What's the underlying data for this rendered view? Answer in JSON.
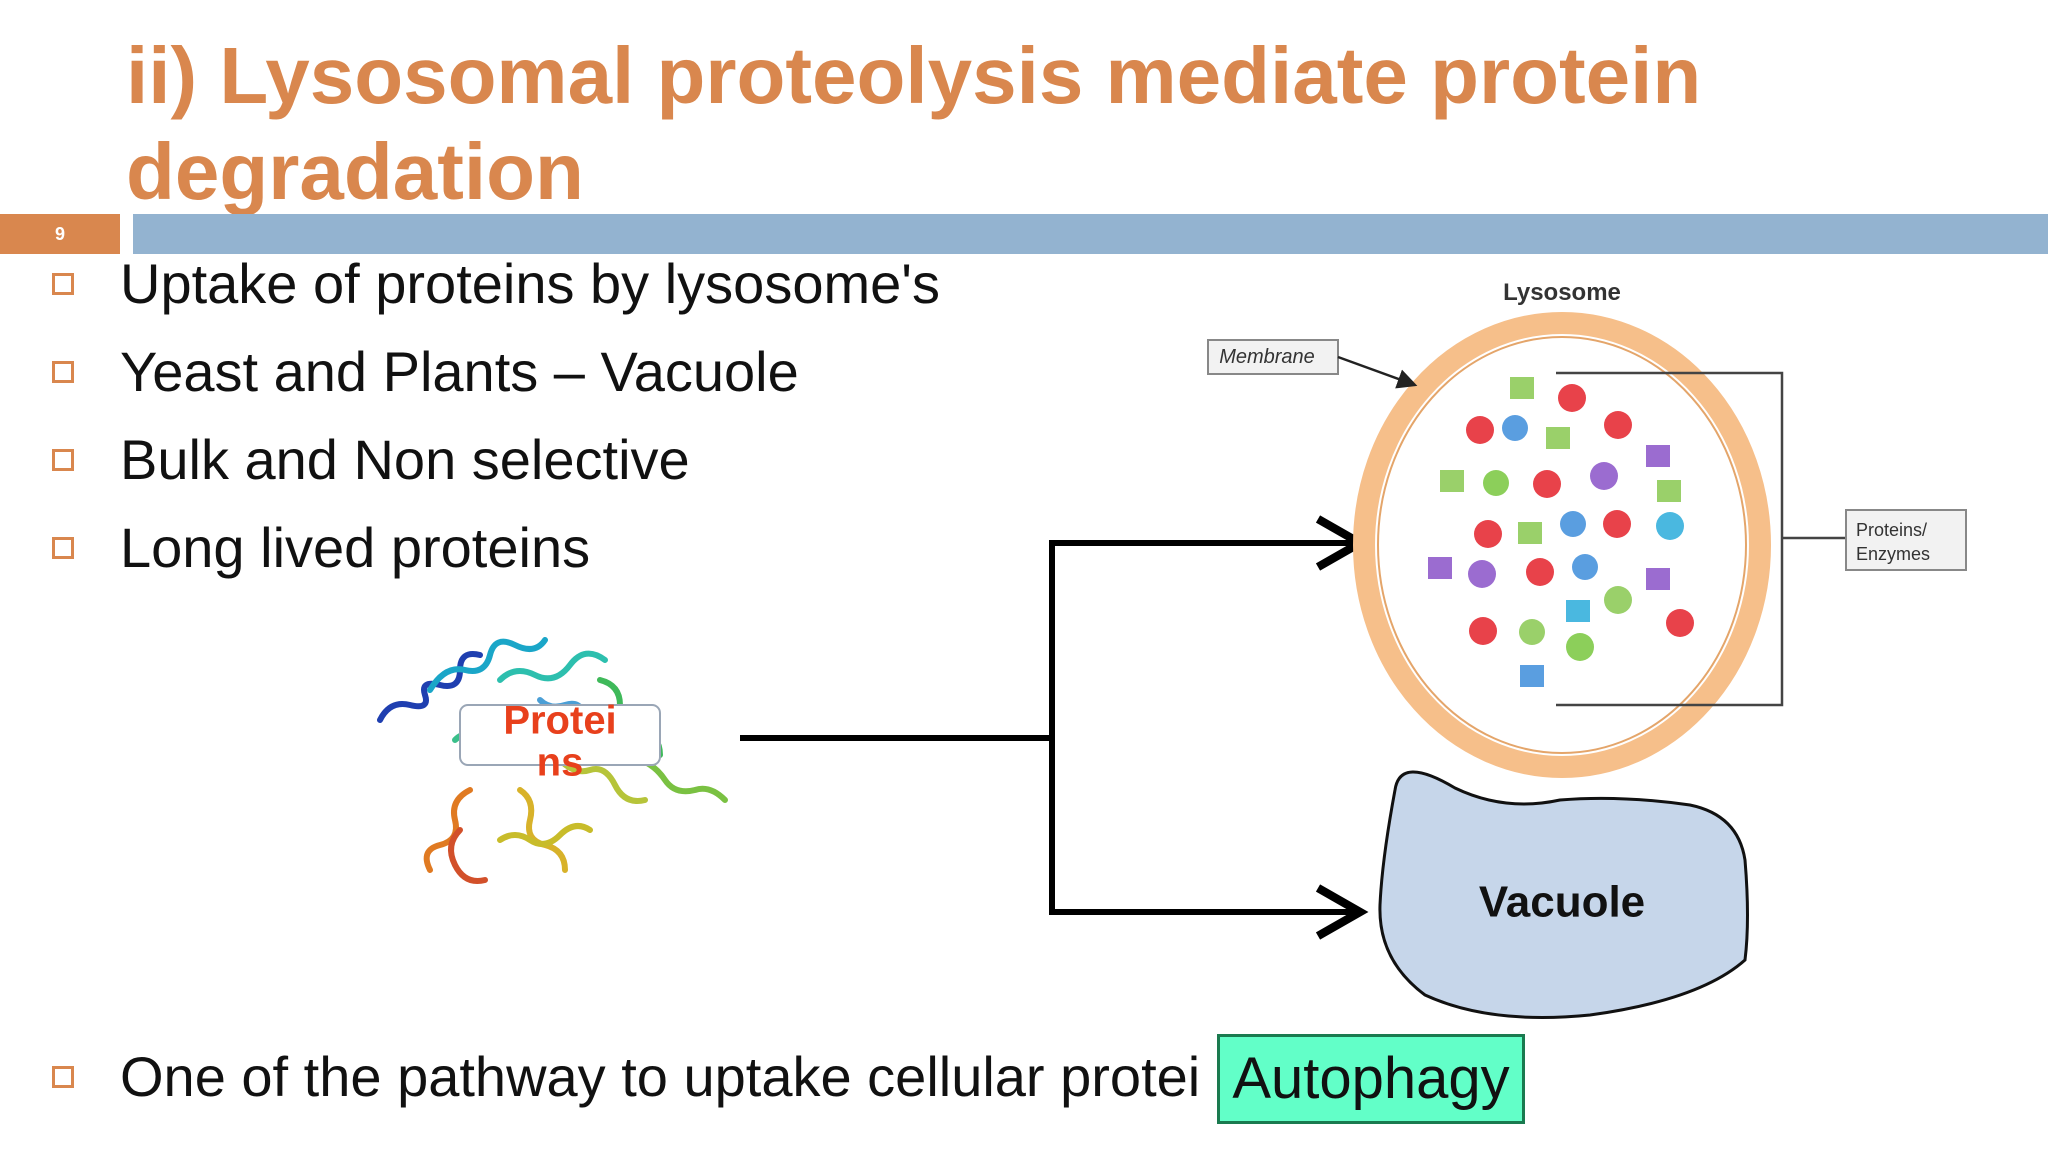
{
  "slide": {
    "title": "ii) Lysosomal proteolysis mediate protein degradation",
    "number": "9",
    "bullets": [
      "Uptake of proteins by lysosome's",
      "Yeast and Plants – Vacuole",
      "Bulk and Non selective",
      "Long lived proteins"
    ],
    "bottom_bullet": "One of the pathway to uptake cellular protei",
    "highlight": "Autophagy"
  },
  "diagram": {
    "protein_label_line1": "Protei",
    "protein_label_line2": "ns",
    "lysosome_label": "Lysosome",
    "membrane_label": "Membrane",
    "enzymes_label_line1": "Proteins/",
    "enzymes_label_line2": "Enzymes",
    "vacuole_label": "Vacuole"
  },
  "colors": {
    "title": "#d9874e",
    "rule": "#93b3d0",
    "highlight": "#62ffc8",
    "protein_label": "#e8401c"
  },
  "icons": [
    "checkbox-bullet-icon",
    "protein-structure-icon",
    "arrow-right-icon"
  ]
}
